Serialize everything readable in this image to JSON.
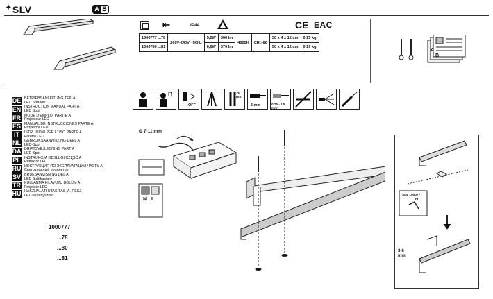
{
  "header": {
    "brand": "SLV",
    "badge_a": "A",
    "badge_b": "B"
  },
  "symbols": {
    "ip_rating": "IP44",
    "ce": "CE",
    "eac": "EAC"
  },
  "spec_table": {
    "voltage": "200V-240V ~50Hz",
    "color_temp": "4000K",
    "cri": "CRI>80",
    "rows": [
      {
        "article": "1000777 ...78",
        "power": "5,2W",
        "lumen": "300 lm",
        "size": "30 x 4 x 12 cm",
        "weight": "0,15 kg"
      },
      {
        "article": "1000780 ...81",
        "power": "6,6W",
        "lumen": "370 lm",
        "size": "50 x 4 x 12 cm",
        "weight": "0,19 kg"
      }
    ]
  },
  "install_icons": {
    "b_letter": "B",
    "off_label": "OFF",
    "strip_mm": "20 mm",
    "wire_mm": "6 mm",
    "cross_section": "0,75 - 1,5 mm²"
  },
  "diagram": {
    "cable_diameter": "Ø 7-11 mm",
    "n_label": "N",
    "l_label": "L",
    "detail_article": "SLV 1000777",
    "detail_variant": "...78",
    "gap_label": "3-6 mm"
  },
  "languages": [
    {
      "code": "DE",
      "title": "BETRIEBSANLEITUNG TEIL A",
      "sub": "LED Strahler"
    },
    {
      "code": "EN",
      "title": "INSTRUCTION MANUAL PART A",
      "sub": "LED Spot"
    },
    {
      "code": "FR",
      "title": "MODE D'EMPLOI PARTIE A",
      "sub": "Projecteur LED"
    },
    {
      "code": "ES",
      "title": "MANUAL DE INSTRUCCIONES PARTE A",
      "sub": "Proyector LED"
    },
    {
      "code": "IT",
      "title": "ISTRUZIONI PER L'USO PARTE A",
      "sub": "Faretto LED"
    },
    {
      "code": "NL",
      "title": "GEBRUIKSAANWIJZING DEEL A",
      "sub": "LED-Spot"
    },
    {
      "code": "DA",
      "title": "DRIFTSVEJLEDNING PART A",
      "sub": "LED-Spot"
    },
    {
      "code": "PL",
      "title": "INSTRUKCJA OBSŁUGI CZĘŚĆ A",
      "sub": "Reflektor LED"
    },
    {
      "code": "RU",
      "title": "ИНСТРУКЦИЯ ПО ЭКСПЛУАТАЦИИ ЧАСТЬ А",
      "sub": "Светодиодный прожектор"
    },
    {
      "code": "SV",
      "title": "BRUKSANVISNING DEL A",
      "sub": "LED Strålkastare"
    },
    {
      "code": "TR",
      "title": "KULLANMA KILAVUZU BÖLÜM A",
      "sub": "Projektör LED"
    },
    {
      "code": "HU",
      "title": "HASZNÁLATI ÚTASÍTÁS, A. RÉSZ",
      "sub": "LED-es fényszóró"
    }
  ],
  "article_numbers": {
    "main": "1000777",
    "variants": [
      "...78",
      "...80",
      "...81"
    ]
  }
}
